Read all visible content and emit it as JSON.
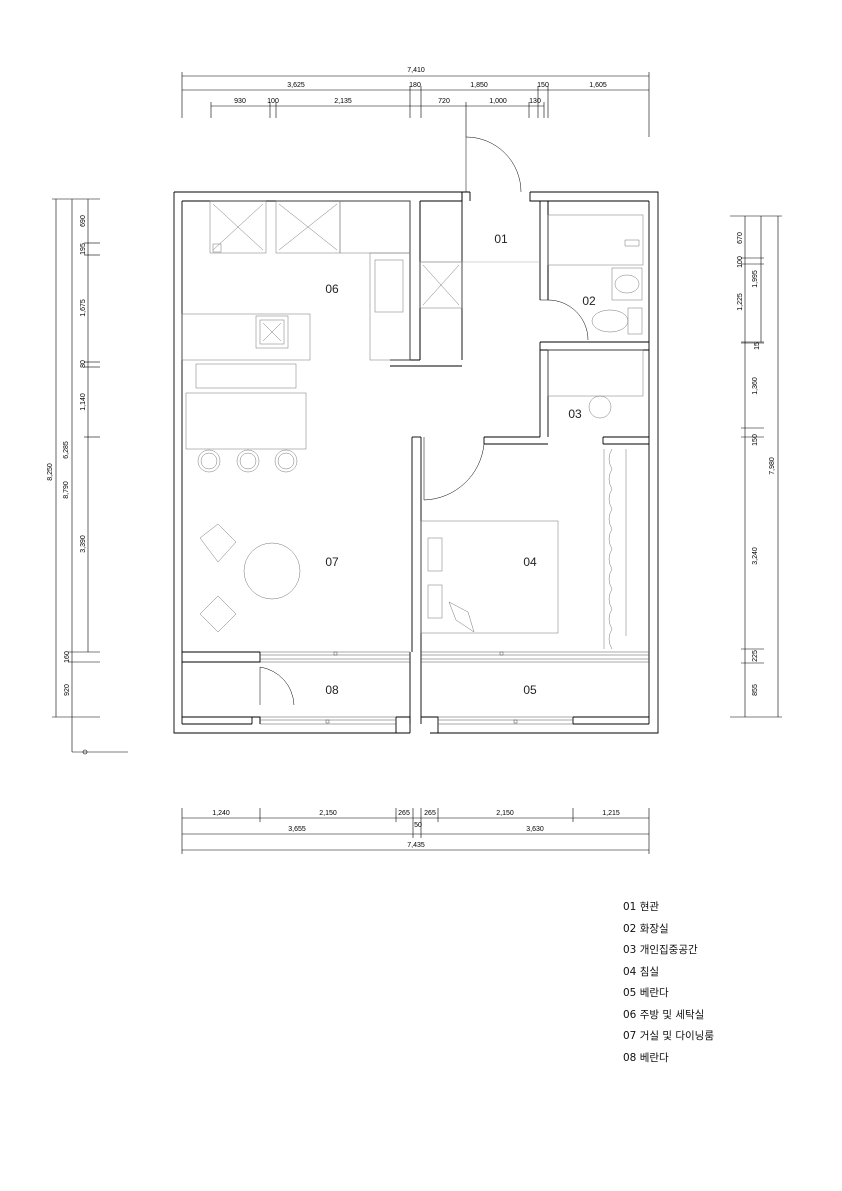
{
  "rooms": [
    {
      "id": "01",
      "name": "현관"
    },
    {
      "id": "02",
      "name": "화장실"
    },
    {
      "id": "03",
      "name": "개인집중공간"
    },
    {
      "id": "04",
      "name": "침실"
    },
    {
      "id": "05",
      "name": "베란다"
    },
    {
      "id": "06",
      "name": "주방 및 세탁실"
    },
    {
      "id": "07",
      "name": "거실 및 다이닝룸"
    },
    {
      "id": "08",
      "name": "베란다"
    }
  ],
  "legend": [
    "01 현관",
    "02 화장실",
    "03 개인집중공간",
    "04 침실",
    "05 베란다",
    "06 주방 및 세탁실",
    "07 거실 및 다이닝룸",
    "08 베란다"
  ],
  "dimensions": {
    "top_total": "7,410",
    "top_row2": [
      "3,625",
      "180",
      "1,850",
      "150",
      "1,605"
    ],
    "top_row3": [
      "930",
      "100",
      "2,135",
      "720",
      "1,000",
      "130"
    ],
    "bottom_row1": [
      "1,240",
      "2,150",
      "265",
      "265",
      "2,150",
      "1,215"
    ],
    "bottom_row2": [
      "3,655",
      "50",
      "3,630"
    ],
    "bottom_total": "7,435",
    "left_outer": "8,250",
    "left_mid": [
      "8,790",
      "6,285"
    ],
    "left_inner": [
      "690",
      "195",
      "1,675",
      "80",
      "1,140",
      "3,390",
      "160",
      "920"
    ],
    "right_outer": "7,980",
    "right_mid": [
      "1,995"
    ],
    "right_inner": [
      "670",
      "100",
      "1,225",
      "15",
      "1,360",
      "150",
      "3,240",
      "225",
      "855"
    ]
  }
}
